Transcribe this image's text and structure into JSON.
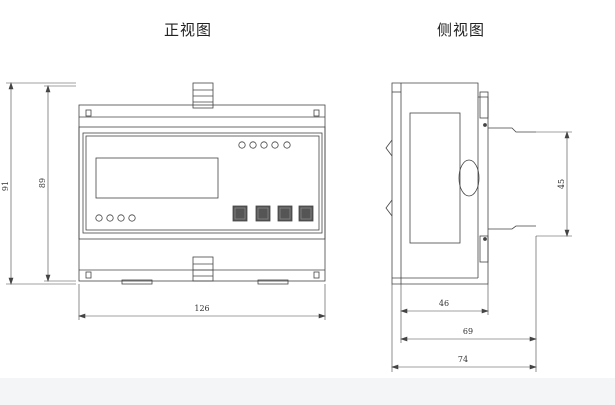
{
  "titles": {
    "front": "正视图",
    "side": "侧视图"
  },
  "dimensions": {
    "front_total_height": "91",
    "front_body_height": "89",
    "front_width": "126",
    "side_rail_height": "45",
    "side_depth_1": "46",
    "side_depth_2": "69",
    "side_depth_3": "74"
  },
  "colors": {
    "line": "#444444",
    "button_fill": "#555555",
    "background": "#ffffff",
    "band": "#f4f5f7"
  }
}
